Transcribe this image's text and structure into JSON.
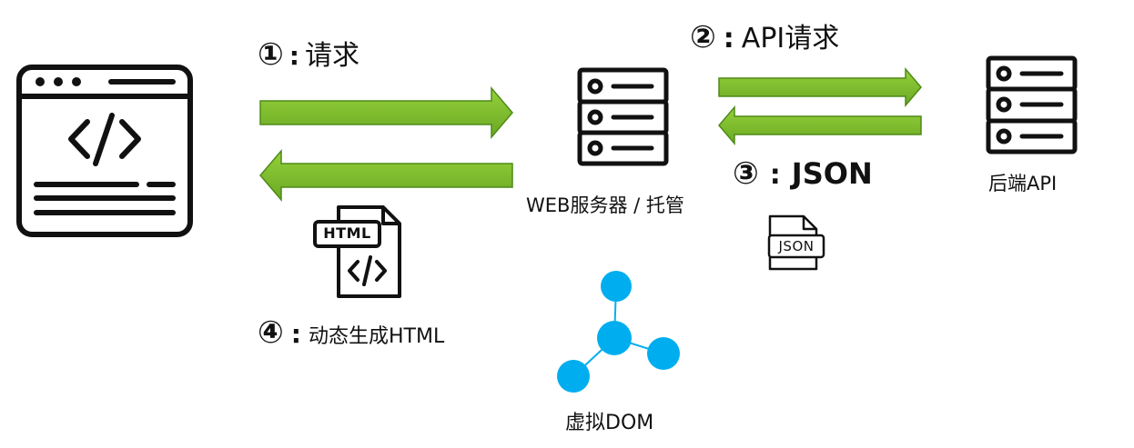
{
  "steps": {
    "s1": {
      "num": "①",
      "sep": ":",
      "text": "请求"
    },
    "s2": {
      "num": "②",
      "sep": ":",
      "text": "API请求"
    },
    "s3": {
      "num": "③",
      "sep": ":",
      "text": "JSON"
    },
    "s4": {
      "num": "④",
      "sep": ":",
      "text": "动态生成HTML"
    }
  },
  "nodes": {
    "web_server": "WEB服务器 / 托管",
    "backend_api": "后端API",
    "virtual_dom": "虚拟DOM"
  },
  "file_icons": {
    "html": "HTML",
    "json": "JSON"
  },
  "icons": {
    "browser": "browser-code-icon",
    "web_server": "server-stack-icon",
    "backend": "server-stack-icon",
    "html_file": "html-file-icon",
    "json_file": "json-file-icon",
    "vdom": "tree-graph-icon"
  },
  "colors": {
    "arrow_fill": "#7ab929",
    "arrow_stroke": "#4f8a18",
    "node_blue": "#00aeef",
    "icon_dark": "#111111"
  }
}
